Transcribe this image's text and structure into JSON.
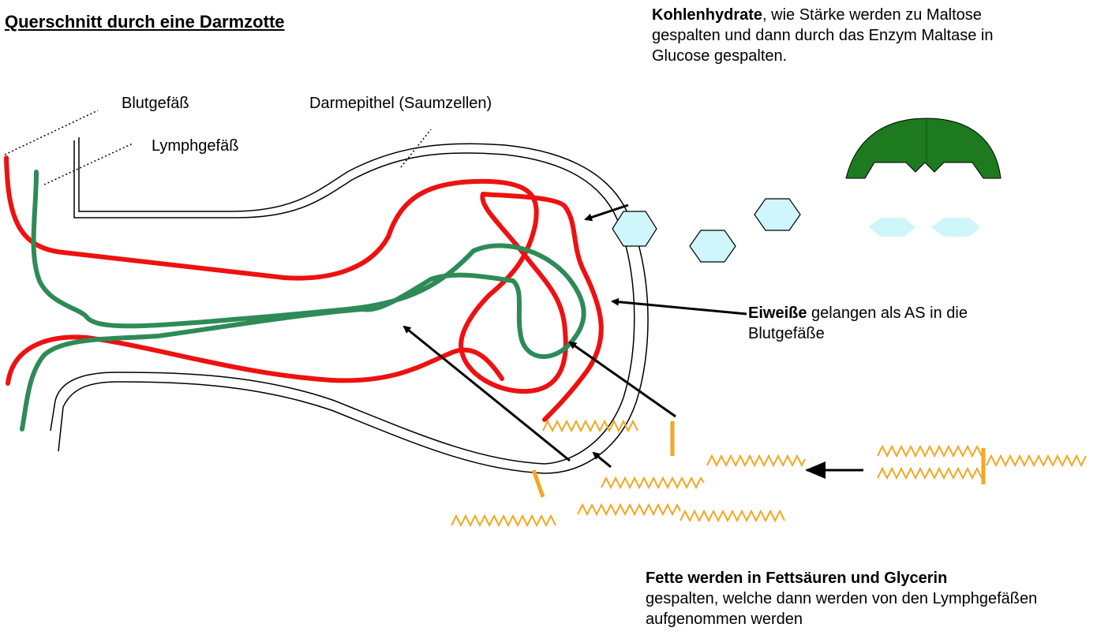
{
  "title": "Querschnitt durch eine Darmzotte",
  "labels": {
    "blutgefaess": "Blutgefäß",
    "lymphgefaess": "Lymphgefäß",
    "darmepithel": "Darmepithel (Saumzellen)"
  },
  "carbohydrates": {
    "bold": "Kohlenhydrate",
    "rest": ", wie Stärke werden zu Maltose gespalten und dann durch das Enzym Maltase in Glucose gespalten."
  },
  "proteins": {
    "bold": "Eiweiße",
    "rest": " gelangen als AS in die Blutgefäße"
  },
  "fats": {
    "bold": "Fette werden in Fettsäuren und Glycerin",
    "rest": "gespalten, welche dann werden von den Lymphgefäßen aufgenommen werden"
  },
  "colors": {
    "blood": "#ee1111",
    "lymph": "#2e8b57",
    "enzyme": "#1e7a1e",
    "glucose": "#cff6fb",
    "fat": "#f5a623"
  }
}
